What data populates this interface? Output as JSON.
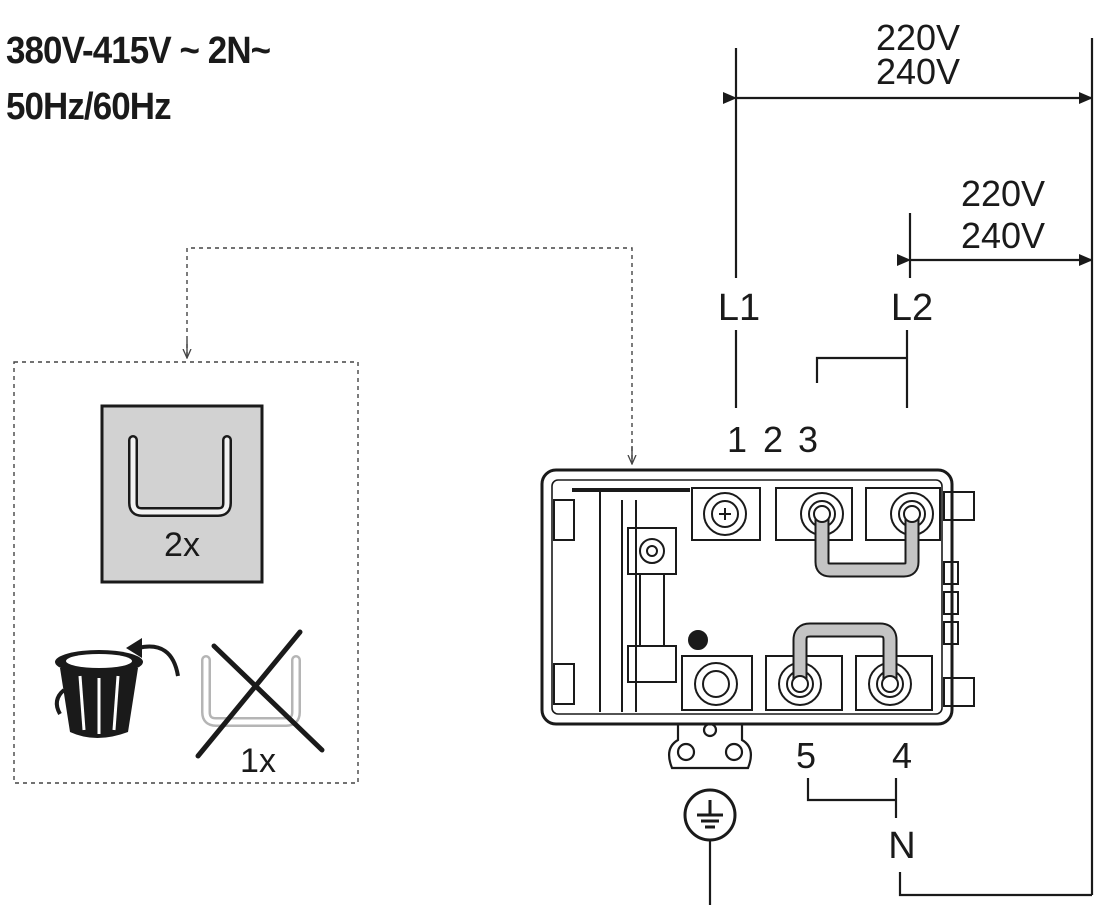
{
  "spec": {
    "voltage": "380V-415V ~  2N~",
    "frequency": "50Hz/60Hz"
  },
  "voltage_labels": {
    "outer_top": "220V",
    "outer_bottom": "240V",
    "inner_top": "220V",
    "inner_bottom": "240V"
  },
  "phases": {
    "l1": "L1",
    "l2": "L2",
    "neutral": "N"
  },
  "terminals": {
    "t1": "1",
    "t2": "2",
    "t3": "3",
    "t4": "4",
    "t5": "5"
  },
  "accessory": {
    "bridge_count": "2x",
    "discard_count": "1x"
  },
  "icons": [
    "earth-ground-icon",
    "trash-bin-icon",
    "cross-out-icon",
    "bridge-link-icon"
  ],
  "colors": {
    "line": "#1a1a1a",
    "bridge_box": "#d2d2d2",
    "bridge_link": "#c4c4c4"
  }
}
